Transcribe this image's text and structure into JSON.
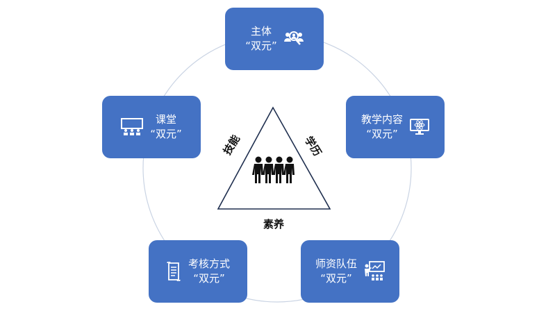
{
  "colors": {
    "box": "#4472c4",
    "ring": "#c9d3e3",
    "text_on_box": "#ffffff",
    "triangle": "#1f2f4f"
  },
  "boxes": {
    "subject": {
      "title": "主体",
      "subtitle": "“双元”",
      "icon": "people-search-icon"
    },
    "content": {
      "title": "教学内容",
      "subtitle": "“双元”",
      "icon": "monitor-atom-icon"
    },
    "teachers": {
      "title": "师资队伍",
      "subtitle": "“双元”",
      "icon": "teacher-board-icon"
    },
    "assessment": {
      "title": "考核方式",
      "subtitle": "“双元”",
      "icon": "scroll-document-icon"
    },
    "classroom": {
      "title": "课堂",
      "subtitle": "“双元”",
      "icon": "classroom-stage-icon"
    }
  },
  "triangle": {
    "left_label": "技能",
    "right_label": "学历",
    "bottom_label": "素养",
    "center_icon": "four-people-icon"
  }
}
